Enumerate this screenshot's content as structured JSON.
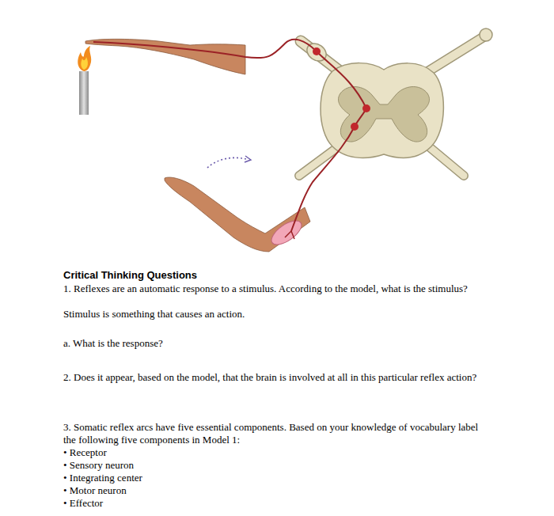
{
  "diagram": {
    "title": "Critical Thinking Questions",
    "labels": [
      "1. Reflexes are an automatic response to a stimulus. According to the model, what is the stimulus?",
      "Stimulus is something that causes an action.",
      "a. What is the response?",
      "2. Does it appear, based on the model, that the brain is involved at all in this particular reflex action?",
      "3. Somatic reflex arcs have five essential components. Based on your knowledge of vocabulary label the following five components in Model 1:",
      "• Receptor",
      "• Sensory neuron",
      "• Integrating center",
      "• Motor neuron",
      "• Effector"
    ]
  }
}
